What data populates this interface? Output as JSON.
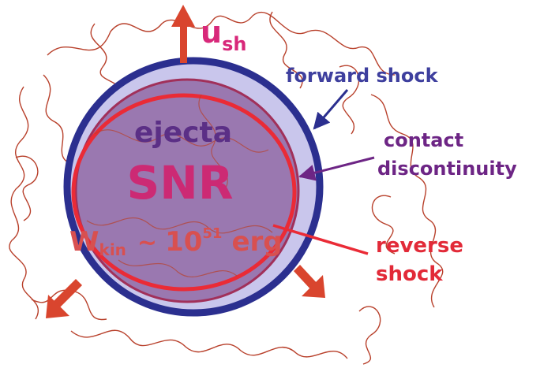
{
  "velocity": {
    "symbol": "u",
    "subscript": "sh"
  },
  "ejecta_label": "ejecta",
  "snr_label": "SNR",
  "energy": {
    "symbol": "W",
    "subscript": "kin",
    "approx": "~",
    "base": "10",
    "exponent": "51",
    "unit": "erg"
  },
  "callouts": {
    "forward_shock": "forward shock",
    "contact_line1": "contact",
    "contact_line2": "discontinuity",
    "reverse_line1": "reverse",
    "reverse_line2": "shock"
  },
  "colors": {
    "forward_shock": "#2b2f8f",
    "shell": "#c9c6ec",
    "ejecta_fill": "#9a78b0",
    "ejecta_edge": "#a1305a",
    "reverse_shock": "#ea2b36",
    "turbulence": "#b8402b",
    "arrow": "#d9452e",
    "contact_text": "#6d2585",
    "forward_text": "#3e3f9e",
    "reverse_text": "#e22a38",
    "velocity_text": "#d8287a",
    "snr_text": "#cc2a74",
    "ejecta_text": "#5b2f86",
    "energy_text": "#d85050"
  },
  "icons": {
    "outflow_arrows": "arrow-icon",
    "magnetic_field": "turbulent-field-lines"
  }
}
